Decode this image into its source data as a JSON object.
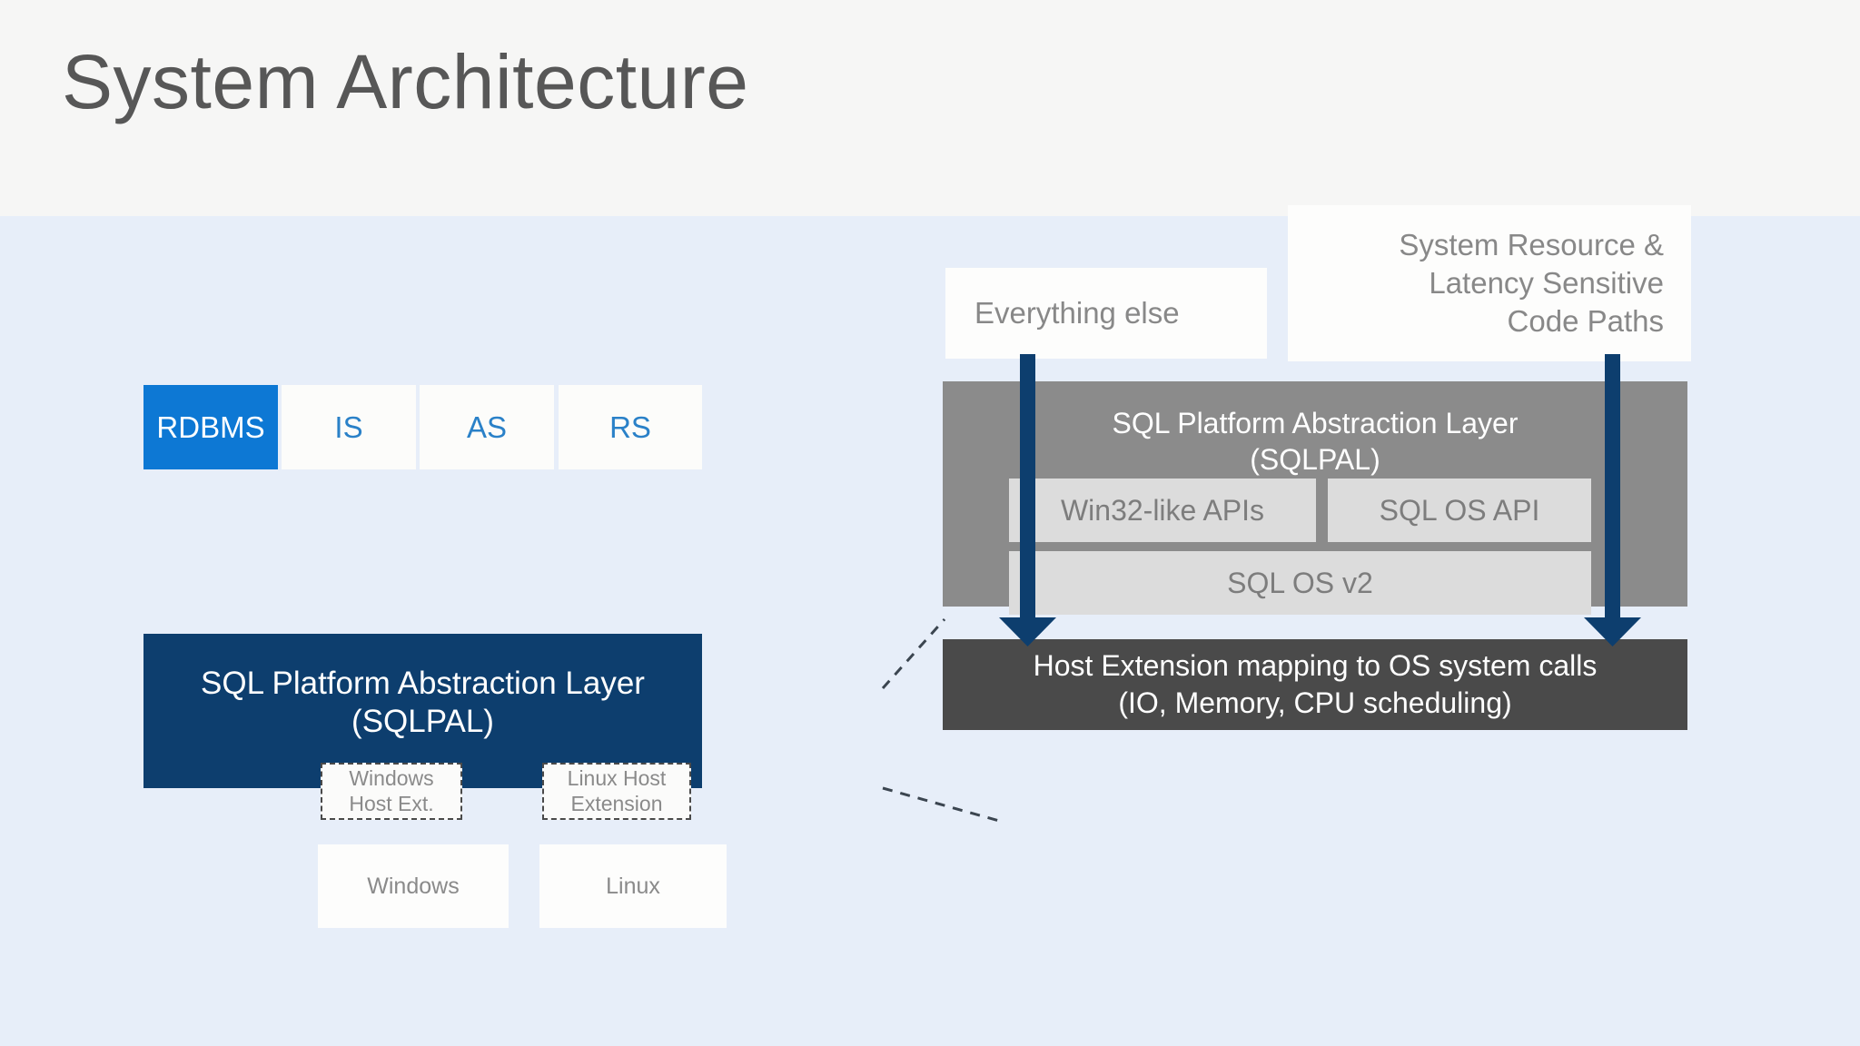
{
  "header": {
    "title": "System Architecture"
  },
  "colors": {
    "header_bg": "#f6f6f5",
    "canvas_bg": "#e7eef9",
    "accent_blue": "#0d78d4",
    "navy": "#0d3e6e",
    "panel_gray": "#8b8b8b",
    "api_gray": "#dcdcdc",
    "dark_gray": "#4a4a4a",
    "tile_white": "#fcfcfa",
    "title_text": "#575757",
    "muted_text": "#888888"
  },
  "left_stack": {
    "services": [
      {
        "label": "RDBMS",
        "state": "active"
      },
      {
        "label": "IS",
        "state": "idle"
      },
      {
        "label": "AS",
        "state": "idle"
      },
      {
        "label": "RS",
        "state": "idle"
      }
    ],
    "sqlpal": {
      "line1": "SQL Platform Abstraction Layer",
      "line2": "(SQLPAL)"
    },
    "host_extensions": [
      {
        "line1": "Windows",
        "line2": "Host Ext."
      },
      {
        "line1": "Linux Host",
        "line2": "Extension"
      }
    ],
    "operating_systems": [
      {
        "label": "Windows"
      },
      {
        "label": "Linux"
      }
    ]
  },
  "right_stack": {
    "callouts": [
      {
        "name": "everything-else",
        "line1": "Everything else",
        "line2": "",
        "line3": ""
      },
      {
        "name": "latency-sensitive",
        "line1": "System Resource &",
        "line2": "Latency Sensitive",
        "line3": "Code Paths"
      }
    ],
    "sqlpal_panel": {
      "line1": "SQL Platform Abstraction Layer",
      "line2": "(SQLPAL)",
      "api_boxes": [
        {
          "label": "Win32-like APIs"
        },
        {
          "label": "SQL OS API"
        },
        {
          "label": "SQL OS v2"
        }
      ]
    },
    "host_extension_mapping": {
      "line1": "Host Extension mapping to OS system calls",
      "line2": "(IO, Memory, CPU scheduling)"
    }
  }
}
